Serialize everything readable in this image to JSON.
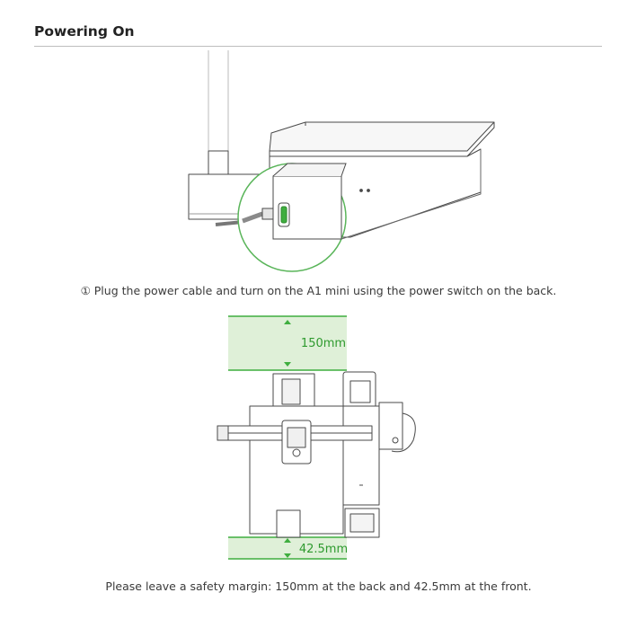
{
  "section": {
    "title": "Powering On"
  },
  "step1": {
    "caption": "① Plug the power cable and turn on the A1 mini using the power switch on the back."
  },
  "step2": {
    "back_margin_label": "150mm",
    "front_margin_label": "42.5mm",
    "caption": "Please leave a safety margin: 150mm at the back and 42.5mm at the front."
  },
  "colors": {
    "accent": "#3fae3f",
    "margin_fill": "#dff0d8",
    "line": "#4a4a4a"
  }
}
